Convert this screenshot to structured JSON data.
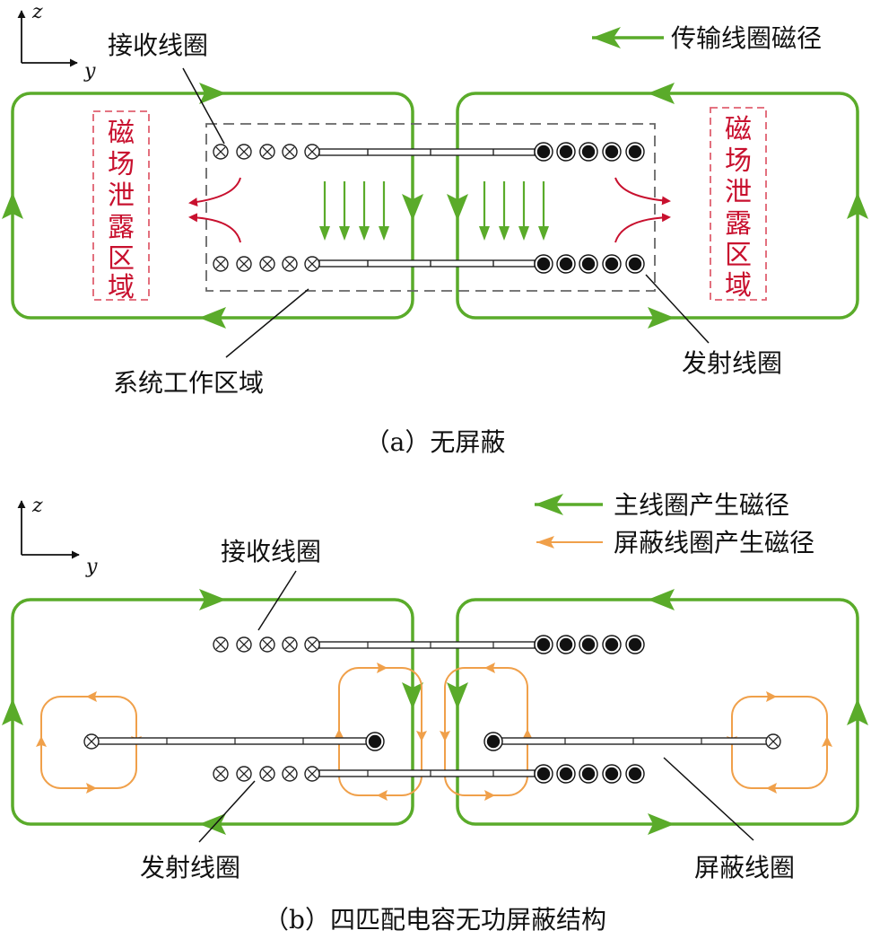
{
  "panel_a": {
    "axis_z": "z",
    "axis_y": "y",
    "legend_label": "传输线圈磁径",
    "receive_coil_label": "接收线圈",
    "transmit_coil_label": "发射线圈",
    "work_area_label": "系统工作区域",
    "leak_left": [
      "磁",
      "场",
      "泄",
      "露",
      "区",
      "域"
    ],
    "leak_right": [
      "磁",
      "场",
      "泄",
      "露",
      "区",
      "域"
    ],
    "caption": "（a）无屏蔽"
  },
  "panel_b": {
    "axis_z": "z",
    "axis_y": "y",
    "legend_main_label": "主线圈产生磁径",
    "legend_shield_label": "屏蔽线圈产生磁径",
    "receive_coil_label": "接收线圈",
    "transmit_coil_label": "发射线圈",
    "shield_coil_label": "屏蔽线圈",
    "caption": "（b）四匹配电容无功屏蔽结构"
  },
  "colors": {
    "green": "#5aab2a",
    "orange": "#f0a04a",
    "red": "#c8102e",
    "dash": "#666666",
    "leak_box": "#e06070"
  }
}
